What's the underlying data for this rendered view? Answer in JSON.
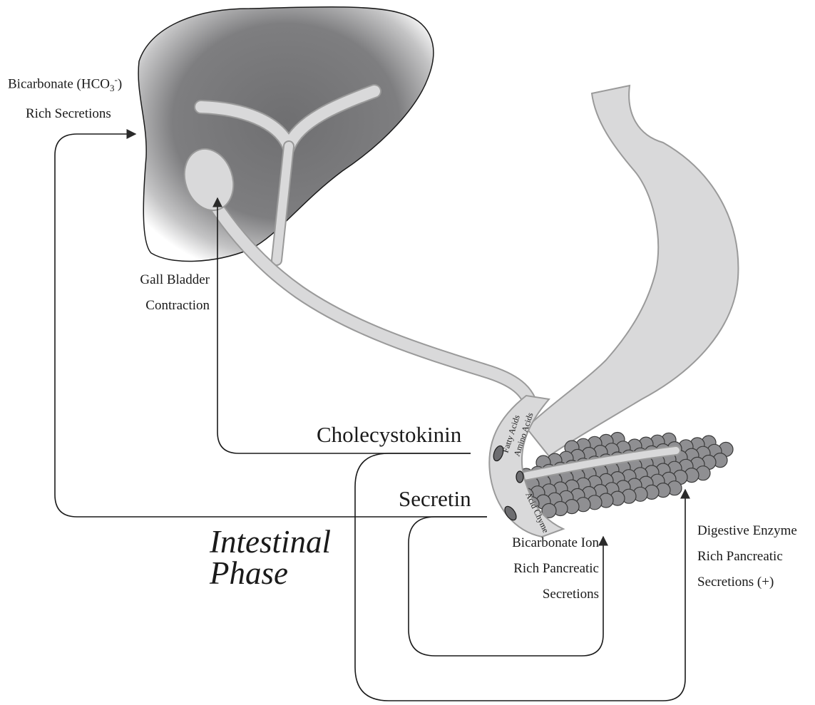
{
  "labels": {
    "bicarbonate_secretions": {
      "line1_prefix": "Bicarbonate (HCO",
      "line1_sub": "3",
      "line1_sup": "-",
      "line1_suffix": ")",
      "line2": "Rich Secretions"
    },
    "gall_bladder": {
      "line1": "Gall Bladder",
      "line2": "Contraction"
    },
    "cholecystokinin": "Cholecystokinin",
    "secretin": "Secretin",
    "phase": {
      "line1": "Intestinal",
      "line2": "Phase"
    },
    "bicarbonate_ion": {
      "line1": "Bicarbonate Ion",
      "line2": "Rich Pancreatic",
      "line3": "Secretions"
    },
    "digestive_enzyme": {
      "line1": "Digestive Enzyme",
      "line2": "Rich Pancreatic",
      "line3": "Secretions  (+)"
    },
    "duodenum": {
      "fatty_acids": "Fatty Acids",
      "amino_acids": "Amino Acids",
      "acid_chyme": "Acid Chyme"
    }
  },
  "colors": {
    "liver_fill": "#7a7a7c",
    "organ_light": "#d9d9da",
    "organ_stroke": "#9a9a9a",
    "pancreas_cell": "#8f8f92",
    "arrow": "#1a1a1a"
  }
}
